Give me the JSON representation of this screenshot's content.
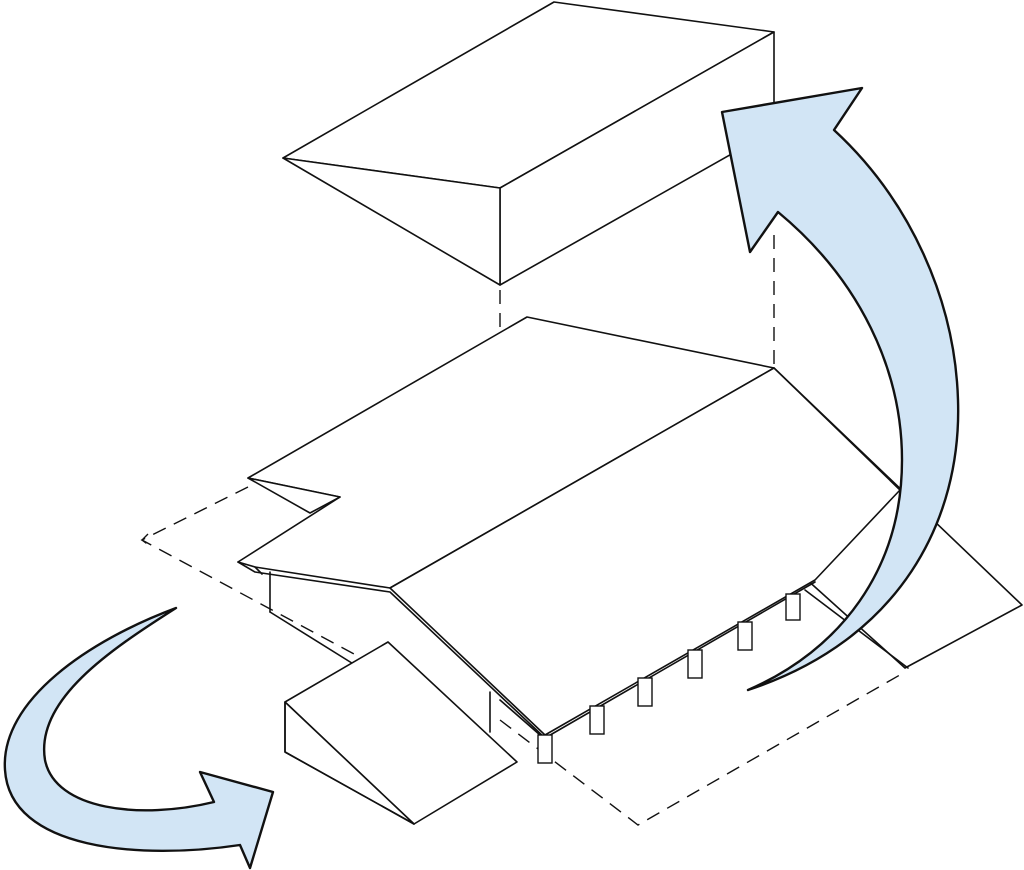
{
  "diagram": {
    "arrow_fill": "#d2e5f5",
    "line_color": "#111111",
    "parts": [
      "roof-volume-lifted",
      "main-hall-roof",
      "ramp-block",
      "colonnade-posts",
      "ground-footprint"
    ],
    "arrows": [
      "curved-arrow-up-right",
      "curved-arrow-left-loop"
    ]
  }
}
